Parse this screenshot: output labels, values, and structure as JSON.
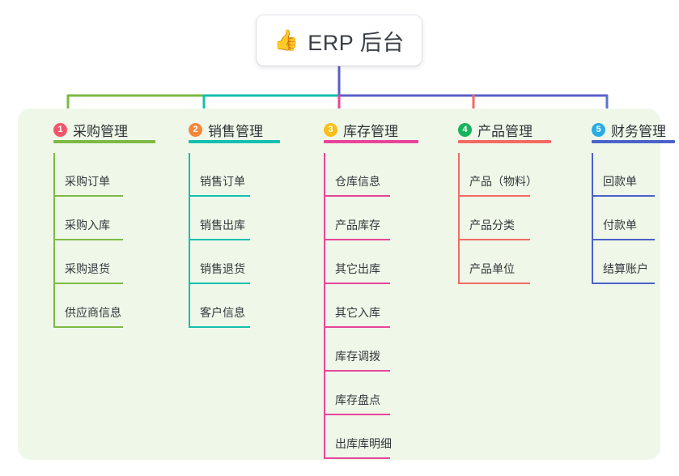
{
  "diagram": {
    "type": "mind-map",
    "root": {
      "emoji": "👍",
      "emoji_name": "thumbs-up-emoji",
      "title": "ERP 后台"
    },
    "panel_background": "#eff7e9",
    "canvas_background": "#ffffff",
    "bus": {
      "segments": [
        {
          "color": "#7cba44",
          "name": "bus-segment-green"
        },
        {
          "color": "#13bfb0",
          "name": "bus-segment-teal"
        },
        {
          "color": "#5a5fc7",
          "name": "bus-segment-blue"
        }
      ]
    },
    "columns": [
      {
        "number": "1",
        "title": "采购管理",
        "badge_color": "#f4556a",
        "line_color": "#7cba44",
        "drop_color": "#7cba44",
        "items": [
          "采购订单",
          "采购入库",
          "采购退货",
          "供应商信息"
        ]
      },
      {
        "number": "2",
        "title": "销售管理",
        "badge_color": "#f5873b",
        "line_color": "#13bfb0",
        "drop_color": "#13bfb0",
        "items": [
          "销售订单",
          "销售出库",
          "销售退货",
          "客户信息"
        ]
      },
      {
        "number": "3",
        "title": "库存管理",
        "badge_color": "#fac019",
        "line_color": "#e8459a",
        "drop_color": "#e8459a",
        "items": [
          "仓库信息",
          "产品库存",
          "其它出库",
          "其它入库",
          "库存调拨",
          "库存盘点",
          "出库库明细"
        ]
      },
      {
        "number": "4",
        "title": "产品管理",
        "badge_color": "#16b35c",
        "line_color": "#f36a63",
        "drop_color": "#f36a63",
        "items": [
          "产品（物料）",
          "产品分类",
          "产品单位"
        ]
      },
      {
        "number": "5",
        "title": "财务管理",
        "badge_color": "#29ace3",
        "line_color": "#4a62c9",
        "drop_color": "#5a74d0",
        "items": [
          "回款单",
          "付款单",
          "结算账户"
        ]
      }
    ]
  }
}
